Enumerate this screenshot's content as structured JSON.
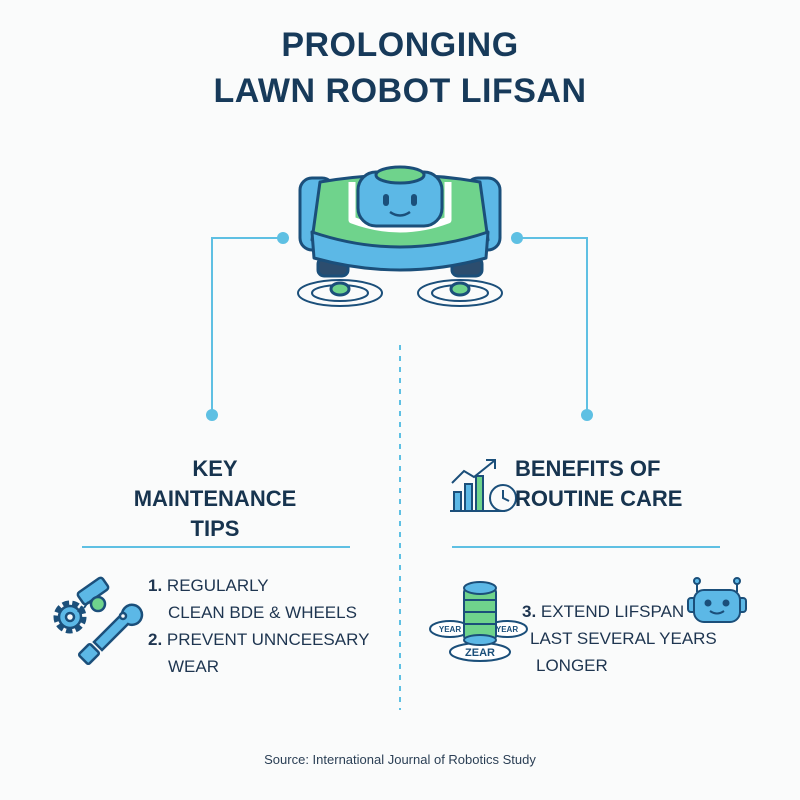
{
  "title": {
    "line1": "PROLONGING",
    "line2": "LAWN ROBOT LIFSAN"
  },
  "left_section": {
    "heading_lines": [
      "KEY",
      "MAINTENANCE",
      "TIPS"
    ],
    "items": [
      {
        "number": "1.",
        "line1": "REGULARLY",
        "line2": "CLEAN BDE & WHEELS"
      },
      {
        "number": "2.",
        "line1": "PREVENT UNNCEESARY",
        "line2": "WEAR"
      }
    ],
    "icons": [
      "gear-icon",
      "brush-icon",
      "wrench-icon"
    ]
  },
  "right_section": {
    "heading_lines": [
      "BENEFITS OF",
      "ROUTINE CARE"
    ],
    "items": [
      {
        "number": "3.",
        "line1": "EXTEND LIFSPAN",
        "line2": "LAST SEVERAL YEARS",
        "line3": "LONGER"
      }
    ],
    "coin_stack_labels": {
      "left": "YEAR",
      "right": "YEAR",
      "center": "ZEAR"
    },
    "icons": [
      "growth-chart-clock-icon",
      "coin-stack-icon",
      "robot-face-icon"
    ]
  },
  "source": "Source: International Journal of Robotics Study",
  "colors": {
    "navy": "#173a5a",
    "robot_blue": "#5cb8e6",
    "robot_green": "#6fd38c",
    "accent_line": "#5ec0e3",
    "background": "#fafbfb"
  }
}
